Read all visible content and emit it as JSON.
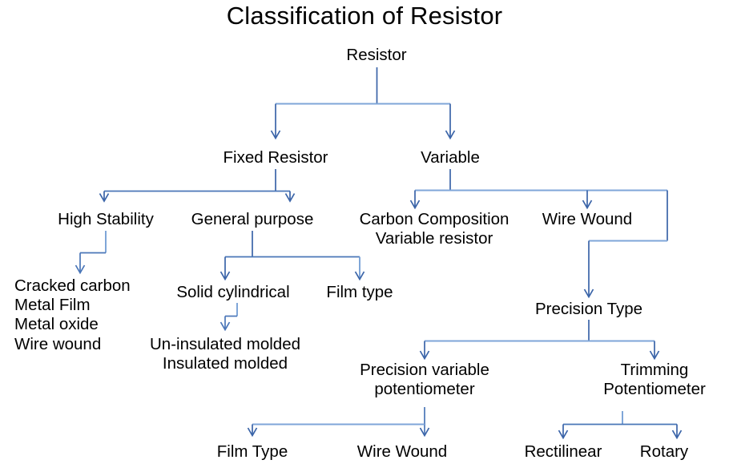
{
  "title": "Classification of Resistor",
  "colors": {
    "arrow_dark": "#3a64a8",
    "arrow_light": "#7fa6d8",
    "text": "#000000",
    "background": "#ffffff"
  },
  "diagram": {
    "type": "tree",
    "root": "Resistor",
    "nodes": [
      {
        "id": "resistor",
        "label": "Resistor"
      },
      {
        "id": "fixed-resistor",
        "label": "Fixed Resistor"
      },
      {
        "id": "variable",
        "label": "Variable"
      },
      {
        "id": "high-stability",
        "label": "High Stability"
      },
      {
        "id": "general-purpose",
        "label": "General purpose"
      },
      {
        "id": "carbon-composition-variable-resistor",
        "label": "Carbon Composition\nVariable resistor"
      },
      {
        "id": "wire-wound",
        "label": "Wire Wound"
      },
      {
        "id": "high-stability-types",
        "label": "Cracked carbon\nMetal Film\nMetal oxide\nWire wound"
      },
      {
        "id": "solid-cylindrical",
        "label": "Solid cylindrical"
      },
      {
        "id": "film-type",
        "label": "Film type"
      },
      {
        "id": "molded-types",
        "label": "Un-insulated molded\nInsulated molded"
      },
      {
        "id": "precision-type",
        "label": "Precision Type"
      },
      {
        "id": "precision-variable-potentiometer",
        "label": "Precision variable\npotentiometer"
      },
      {
        "id": "trimming-potentiometer",
        "label": "Trimming\nPotentiometer"
      },
      {
        "id": "film-type-2",
        "label": "Film Type"
      },
      {
        "id": "wire-wound-2",
        "label": "Wire Wound"
      },
      {
        "id": "rectilinear",
        "label": "Rectilinear"
      },
      {
        "id": "rotary",
        "label": "Rotary"
      }
    ],
    "edges": [
      {
        "from": "resistor",
        "to": "fixed-resistor"
      },
      {
        "from": "resistor",
        "to": "variable"
      },
      {
        "from": "fixed-resistor",
        "to": "high-stability"
      },
      {
        "from": "fixed-resistor",
        "to": "general-purpose"
      },
      {
        "from": "variable",
        "to": "carbon-composition-variable-resistor"
      },
      {
        "from": "variable",
        "to": "wire-wound"
      },
      {
        "from": "variable",
        "to": "precision-type"
      },
      {
        "from": "high-stability",
        "to": "high-stability-types"
      },
      {
        "from": "general-purpose",
        "to": "solid-cylindrical"
      },
      {
        "from": "general-purpose",
        "to": "film-type"
      },
      {
        "from": "solid-cylindrical",
        "to": "molded-types"
      },
      {
        "from": "precision-type",
        "to": "precision-variable-potentiometer"
      },
      {
        "from": "precision-type",
        "to": "trimming-potentiometer"
      },
      {
        "from": "precision-variable-potentiometer",
        "to": "film-type-2"
      },
      {
        "from": "precision-variable-potentiometer",
        "to": "wire-wound-2"
      },
      {
        "from": "trimming-potentiometer",
        "to": "rectilinear"
      },
      {
        "from": "trimming-potentiometer",
        "to": "rotary"
      }
    ]
  }
}
